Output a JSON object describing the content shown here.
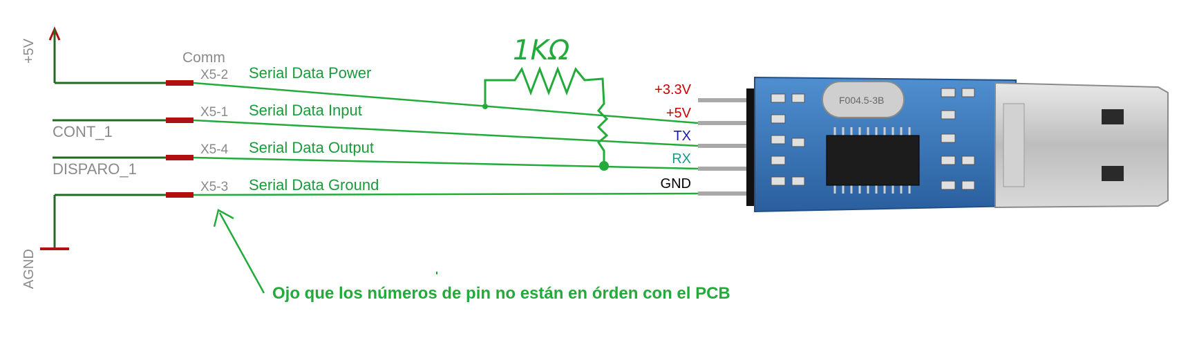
{
  "supply_label": "+5V",
  "ground_label": "AGND",
  "connector_label": "Comm",
  "nets": [
    "CONT_1",
    "DISPARO_1"
  ],
  "pins": [
    {
      "ref": "X5-2",
      "name": "Serial Data Power"
    },
    {
      "ref": "X5-1",
      "name": "Serial Data Input"
    },
    {
      "ref": "X5-4",
      "name": "Serial Data Output"
    },
    {
      "ref": "X5-3",
      "name": "Serial Data Ground"
    }
  ],
  "resistor_label": "1KΩ",
  "module_pins": [
    {
      "label": "+3.3V",
      "color": "#cc0000"
    },
    {
      "label": "+5V",
      "color": "#cc0000"
    },
    {
      "label": "TX",
      "color": "#1a1aaa"
    },
    {
      "label": "RX",
      "color": "#1a9a8a"
    },
    {
      "label": "GND",
      "color": "#000000"
    }
  ],
  "crystal_text": "F004.5-3B",
  "note": "Ojo que los números de pin no están en órden con el PCB",
  "colors": {
    "schematic_wire": "#1f6b1f",
    "pin_marker": "#b01010",
    "annotation": "#22aa3a",
    "pcb": "#2f6fb8",
    "chip": "#1c1c1c"
  }
}
